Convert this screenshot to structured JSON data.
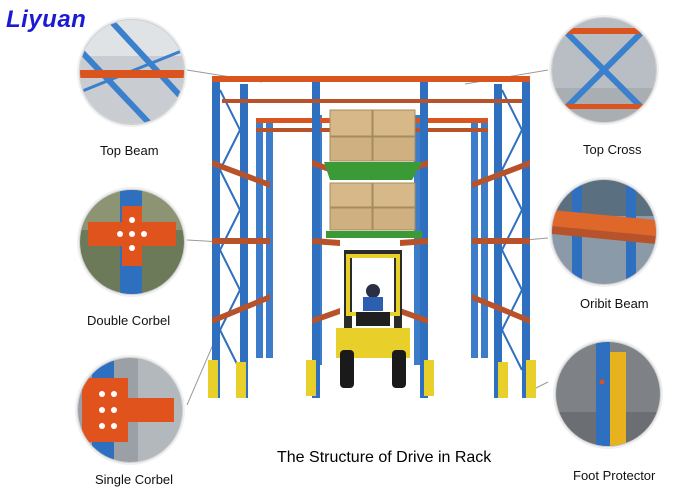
{
  "brand": "Liyuan",
  "caption": "The Structure of Drive in Rack",
  "callouts": {
    "top_beam": "Top Beam",
    "double_corbel": "Double Corbel",
    "single_corbel": "Single Corbel",
    "top_cross": "Top Cross",
    "oribit_beam": "Oribit Beam",
    "foot_protector": "Foot Protector"
  },
  "colors": {
    "upright_blue": "#2f6fc0",
    "beam_orange": "#d9541e",
    "rail_rust": "#b8522a",
    "pallet_green": "#3a9a36",
    "forklift_yellow": "#e8cf2a",
    "brand_blue": "#1b1bd6"
  }
}
